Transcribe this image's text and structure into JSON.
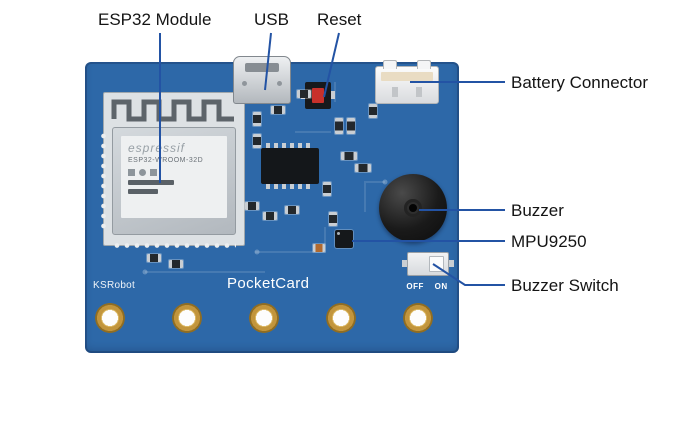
{
  "annotations": {
    "esp32": {
      "label": "ESP32 Module"
    },
    "usb": {
      "label": "USB"
    },
    "reset": {
      "label": "Reset"
    },
    "battery": {
      "label": "Battery Connector"
    },
    "buzzer": {
      "label": "Buzzer"
    },
    "mpu9250": {
      "label": "MPU9250"
    },
    "buzzer_switch": {
      "label": "Buzzer Switch"
    }
  },
  "board": {
    "brand": "KSRobot",
    "product_name": "PocketCard",
    "switch_markings": "OFF ON",
    "module": {
      "brand_text": "espressif",
      "model_text": "ESP32-WROOM-32D"
    }
  },
  "colors": {
    "pcb_blue": "#2d68a8",
    "leader_line": "#2353a4",
    "label_text": "#141414"
  }
}
